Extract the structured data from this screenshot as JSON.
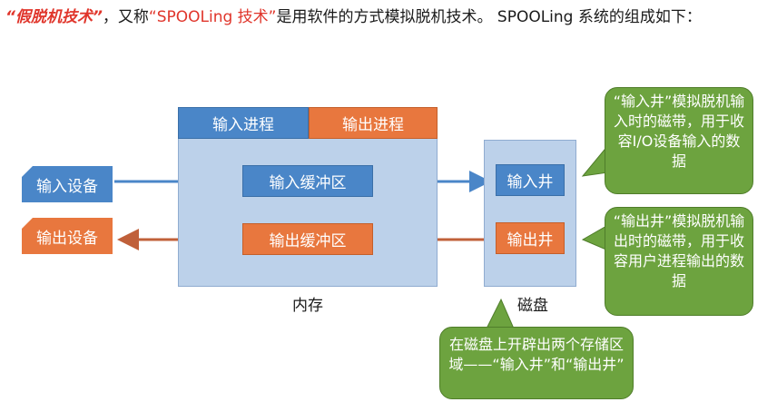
{
  "title": {
    "part1": "“假脱机技术”",
    "part2": "，又称",
    "part3": "“SPOOLing 技术”",
    "part4": "是用软件的方式模拟脱机技术。 SPOOLing 系统的组成如下："
  },
  "memory": {
    "input_process": "输入进程",
    "output_process": "输出进程",
    "input_buffer": "输入缓冲区",
    "output_buffer": "输出缓冲区",
    "label": "内存"
  },
  "devices": {
    "input_device": "输入设备",
    "output_device": "输出设备"
  },
  "disk": {
    "input_well": "输入井",
    "output_well": "输出井",
    "label": "磁盘"
  },
  "callouts": {
    "input_well_note": "“输入井”模拟脱机输入时的磁带，用于收容I/O设备输入的数据",
    "output_well_note": "“输出井”模拟脱机输出时的磁带，用于收容用户进程输出的数据",
    "disk_note": "在磁盘上开辟出两个存储区域——“输入井”和“输出井”"
  },
  "colors": {
    "blue": "#4a86c8",
    "orange": "#e8773e",
    "region": "#bcd1ea",
    "callout_green": "#6da33f",
    "accent_red": "#e0352b"
  }
}
